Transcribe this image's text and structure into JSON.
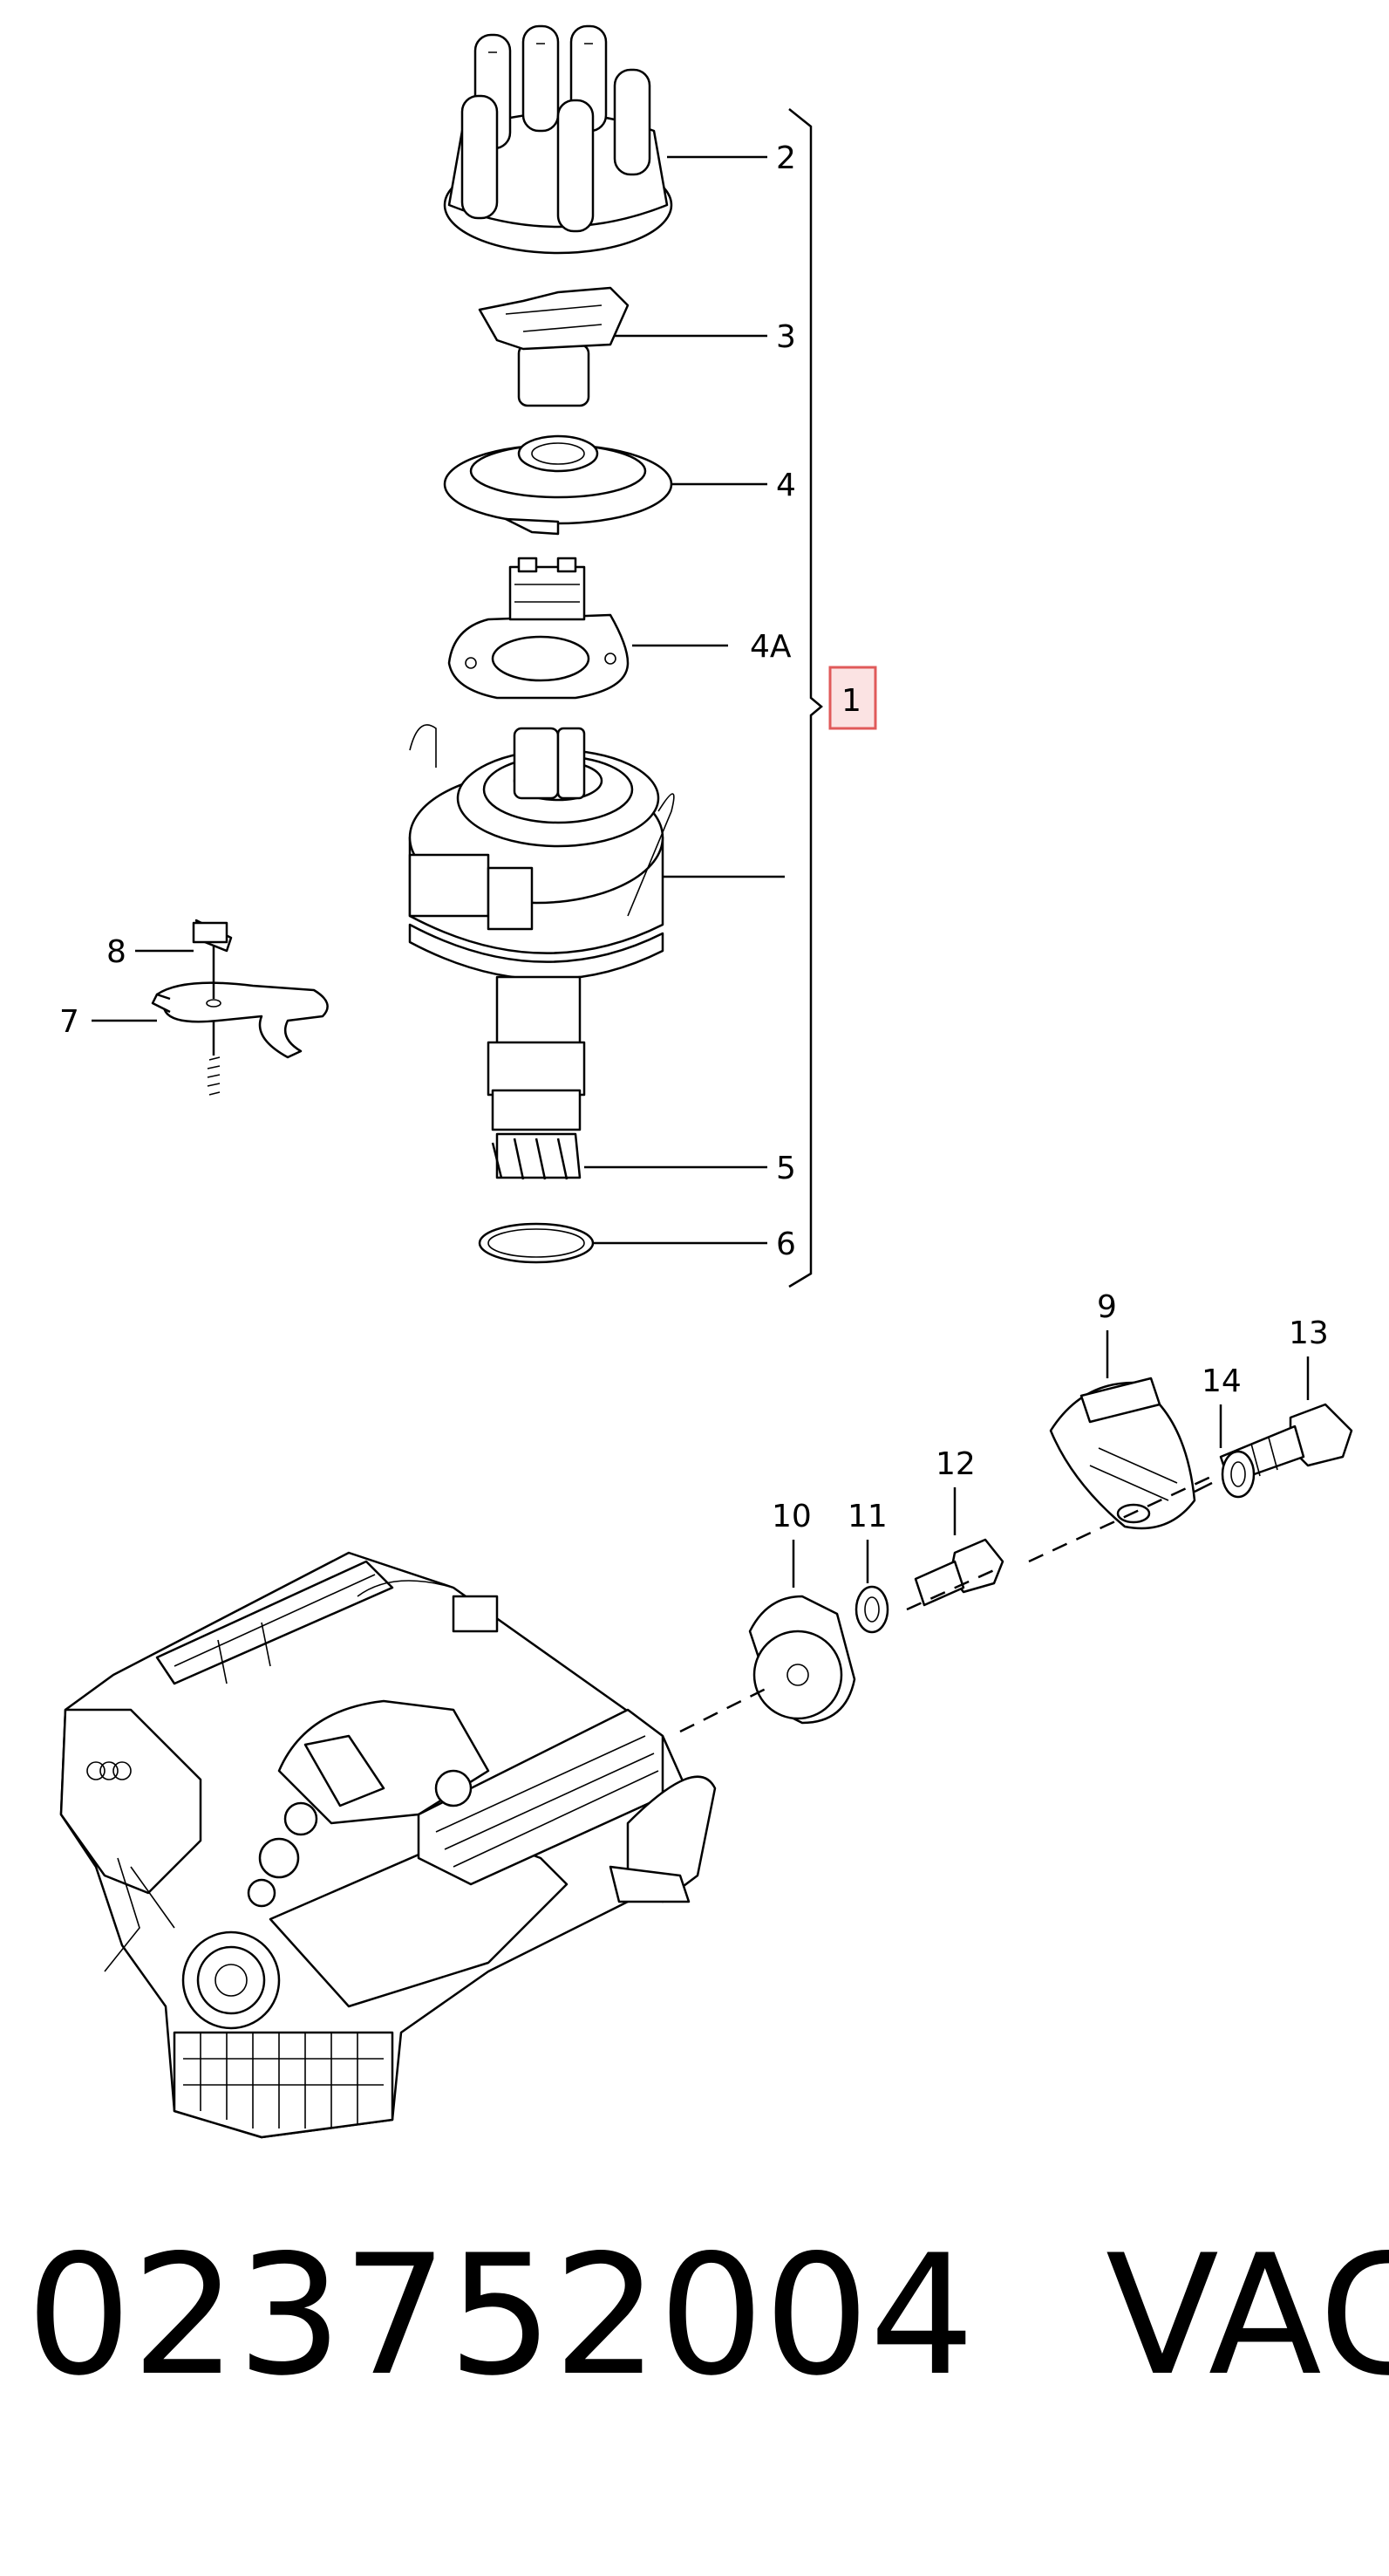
{
  "callouts": {
    "c1": "1",
    "c2": "2",
    "c3": "3",
    "c4": "4",
    "c4a": "4A",
    "c5": "5",
    "c6": "6",
    "c7": "7",
    "c8": "8",
    "c9": "9",
    "c10": "10",
    "c11": "11",
    "c12": "12",
    "c13": "13",
    "c14": "14"
  },
  "caption": {
    "part_number": "023752004",
    "brand": "VAG"
  },
  "colors": {
    "highlight_box": "#e05a5a",
    "highlight_fill": "#fbe3e3",
    "line": "#000000"
  }
}
